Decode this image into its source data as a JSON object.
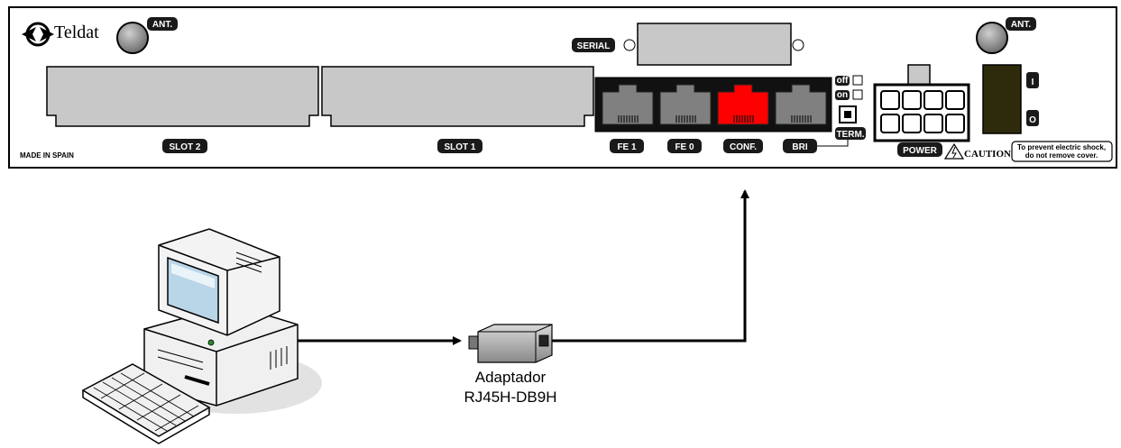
{
  "router": {
    "brand": "Teldat",
    "made_in": "MADE IN SPAIN",
    "antenna_left": "ANT.",
    "antenna_right": "ANT.",
    "serial": "SERIAL",
    "slot2": "SLOT 2",
    "slot1": "SLOT 1",
    "ports": [
      "FE 1",
      "FE 0",
      "CONF.",
      "BRI"
    ],
    "switch_off": "off",
    "switch_on": "on",
    "term": "TERM.",
    "power": "POWER",
    "power_on": "I",
    "power_off": "O",
    "caution": "CAUTION!",
    "warning_line1": "To prevent electric shock,",
    "warning_line2": "do not remove cover."
  },
  "adapter": {
    "line1": "Adaptador",
    "line2": "RJ45H-DB9H"
  },
  "colors": {
    "highlight_port": "#ff0000",
    "panel_bg": "#ffffff",
    "slot_fill": "#c8c8c8",
    "port_fill": "#808080",
    "pill_bg": "#1a1a1a",
    "switch_fill": "#2e2a0c"
  }
}
